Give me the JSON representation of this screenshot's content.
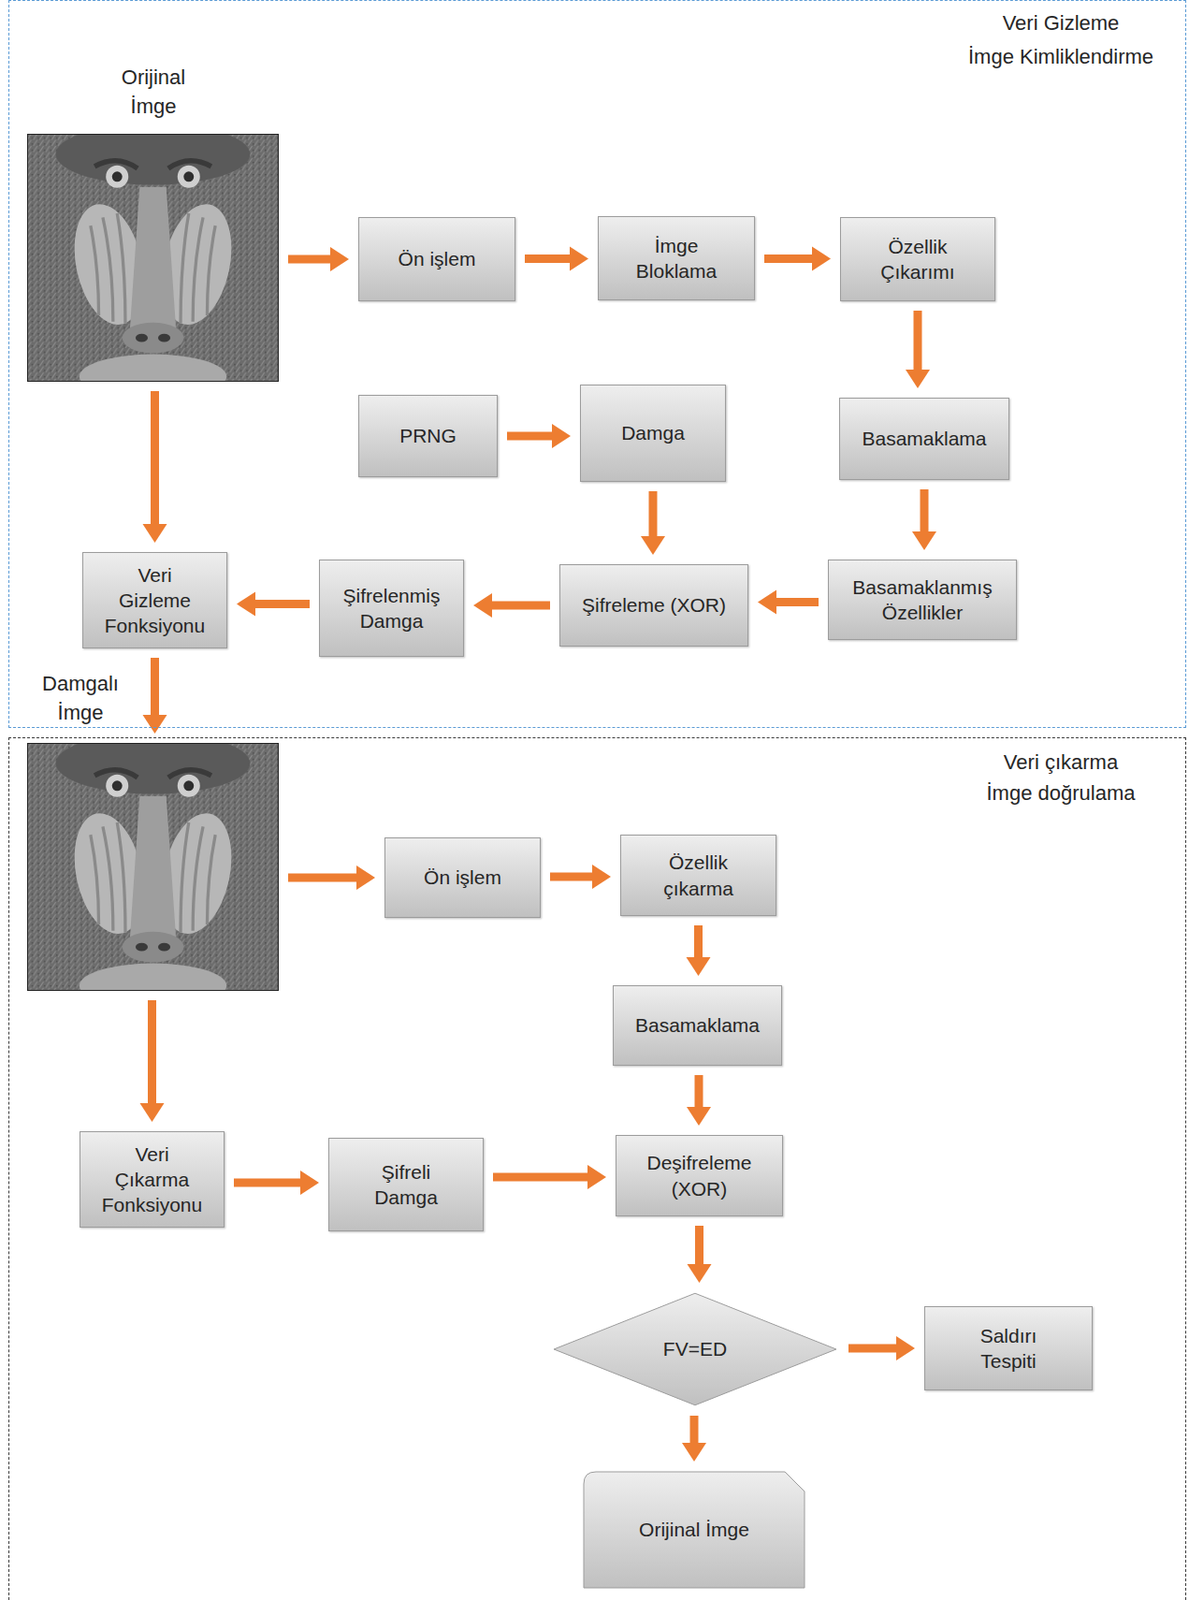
{
  "diagram": {
    "nodes": [
      {
        "text": [
          "Veri Gizleme",
          "İmge Kimliklendirme"
        ]
      },
      {
        "text": [
          "Orijinal İmge"
        ],
        "in": 0
      },
      {
        "text": [
          "Ön işlem"
        ],
        "in": 0
      },
      {
        "text": [
          "İmge Bloklama"
        ],
        "in": 0
      },
      {
        "text": [
          "Özellik Çıkarımı"
        ],
        "in": 0
      },
      {
        "text": [
          "PRNG"
        ],
        "in": 0
      },
      {
        "text": [
          "Damga"
        ],
        "in": 0
      },
      {
        "text": [
          "Basamaklama"
        ],
        "in": 0
      },
      {
        "text": [
          "Veri Gizleme Fonksiyonu"
        ],
        "in": 0
      },
      {
        "text": [
          "Şifrelenmiş Damga"
        ],
        "in": 0
      },
      {
        "text": [
          "Şifreleme (XOR)"
        ],
        "in": 0
      },
      {
        "text": [
          "Basamaklanmış Özellikler"
        ],
        "in": 0
      },
      {
        "text": [
          "Veri çıkarma",
          "İmge doğrulama"
        ]
      },
      {
        "text": [
          "Damgalı İmge"
        ],
        "in": 12
      },
      {
        "text": [
          "Ön işlem"
        ],
        "in": 12
      },
      {
        "text": [
          "Özellik çıkarma"
        ],
        "in": 12
      },
      {
        "text": [
          "Basamaklama"
        ],
        "in": 12
      },
      {
        "text": [
          "Veri Çıkarma Fonksiyonu"
        ],
        "in": 12
      },
      {
        "text": [
          "Şifreli Damga"
        ],
        "in": 12
      },
      {
        "text": [
          "Deşifreleme (XOR)"
        ],
        "in": 12
      },
      {
        "text": [
          "FV=ED"
        ],
        "in": 12
      },
      {
        "text": [
          "Saldırı Tespiti"
        ],
        "in": 12
      },
      {
        "text": [
          "Orijinal İmge"
        ],
        "in": 12
      }
    ],
    "edges": [
      {
        "from": 1,
        "to": 2,
        "arrow": "to"
      },
      {
        "from": 2,
        "to": 3,
        "arrow": "to"
      },
      {
        "from": 3,
        "to": 4,
        "arrow": "to"
      },
      {
        "from": 4,
        "to": 7,
        "arrow": "to"
      },
      {
        "from": 5,
        "to": 6,
        "arrow": "to"
      },
      {
        "from": 6,
        "to": 10,
        "arrow": "to"
      },
      {
        "from": 7,
        "to": 11,
        "arrow": "to"
      },
      {
        "from": 11,
        "to": 10,
        "arrow": "to"
      },
      {
        "from": 10,
        "to": 9,
        "arrow": "to"
      },
      {
        "from": 9,
        "to": 8,
        "arrow": "to"
      },
      {
        "from": 1,
        "to": 8,
        "arrow": "to"
      },
      {
        "from": 8,
        "to": 13,
        "arrow": "to"
      },
      {
        "from": 13,
        "to": 14,
        "arrow": "to"
      },
      {
        "from": 14,
        "to": 15,
        "arrow": "to"
      },
      {
        "from": 15,
        "to": 16,
        "arrow": "to"
      },
      {
        "from": 16,
        "to": 19,
        "arrow": "to"
      },
      {
        "from": 13,
        "to": 17,
        "arrow": "to"
      },
      {
        "from": 17,
        "to": 18,
        "arrow": "to"
      },
      {
        "from": 18,
        "to": 19,
        "arrow": "to"
      },
      {
        "from": 19,
        "to": 20,
        "arrow": "to"
      },
      {
        "from": 20,
        "to": 21,
        "arrow": "to"
      },
      {
        "from": 20,
        "to": 22,
        "arrow": "to"
      }
    ]
  }
}
